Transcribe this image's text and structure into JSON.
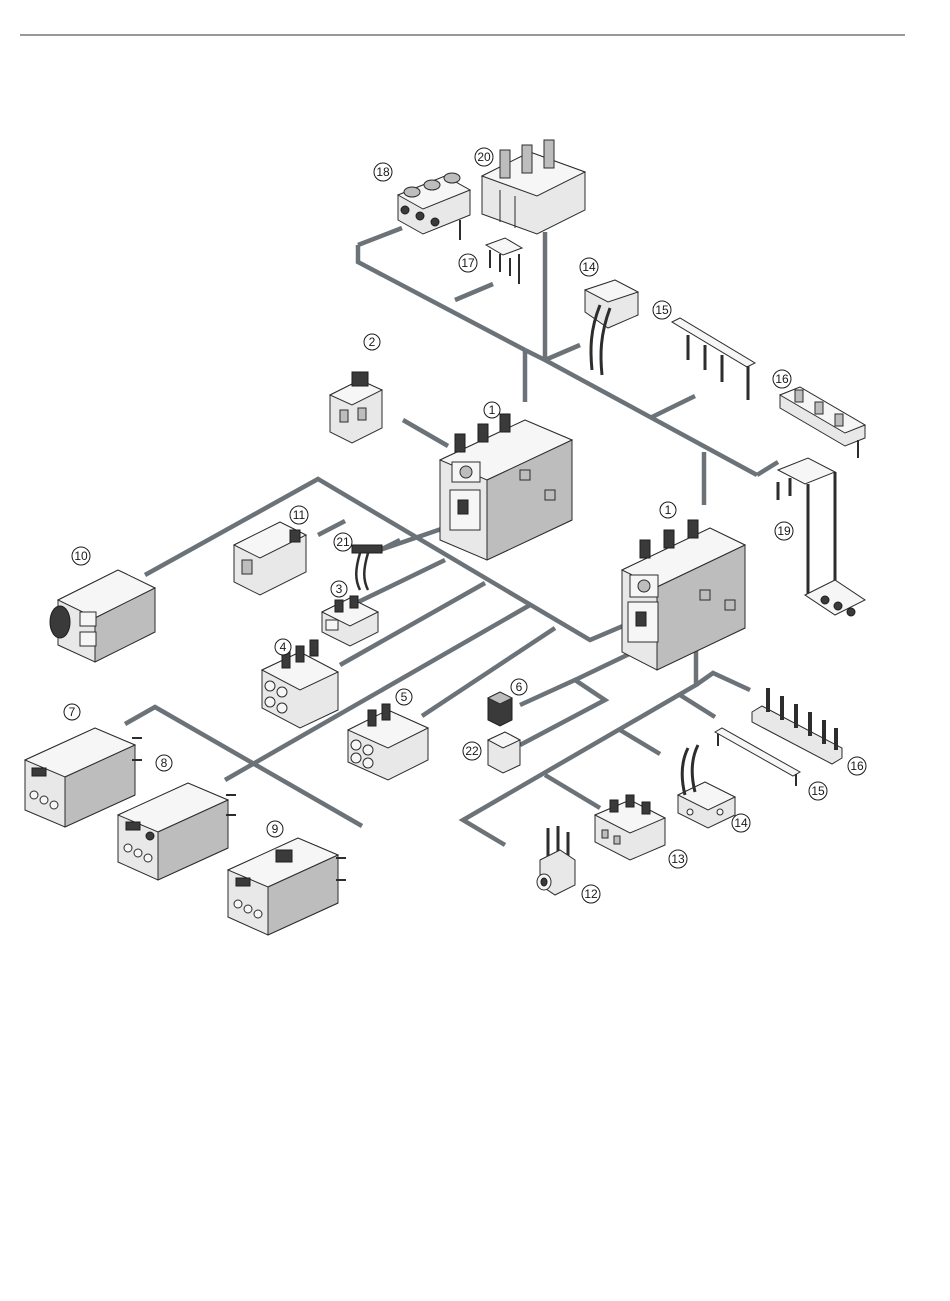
{
  "diagram": {
    "callouts": [
      {
        "id": "c1a",
        "label": "1"
      },
      {
        "id": "c1b",
        "label": "1"
      },
      {
        "id": "c2",
        "label": "2"
      },
      {
        "id": "c3",
        "label": "3"
      },
      {
        "id": "c4",
        "label": "4"
      },
      {
        "id": "c5",
        "label": "5"
      },
      {
        "id": "c6",
        "label": "6"
      },
      {
        "id": "c7",
        "label": "7"
      },
      {
        "id": "c8",
        "label": "8"
      },
      {
        "id": "c9",
        "label": "9"
      },
      {
        "id": "c10",
        "label": "10"
      },
      {
        "id": "c11",
        "label": "11"
      },
      {
        "id": "c12",
        "label": "12"
      },
      {
        "id": "c13",
        "label": "13"
      },
      {
        "id": "c14a",
        "label": "14"
      },
      {
        "id": "c14b",
        "label": "14"
      },
      {
        "id": "c15a",
        "label": "15"
      },
      {
        "id": "c15b",
        "label": "15"
      },
      {
        "id": "c16a",
        "label": "16"
      },
      {
        "id": "c16b",
        "label": "16"
      },
      {
        "id": "c17",
        "label": "17"
      },
      {
        "id": "c18",
        "label": "18"
      },
      {
        "id": "c19",
        "label": "19"
      },
      {
        "id": "c20",
        "label": "20"
      },
      {
        "id": "c21",
        "label": "21"
      },
      {
        "id": "c22",
        "label": "22"
      }
    ]
  }
}
